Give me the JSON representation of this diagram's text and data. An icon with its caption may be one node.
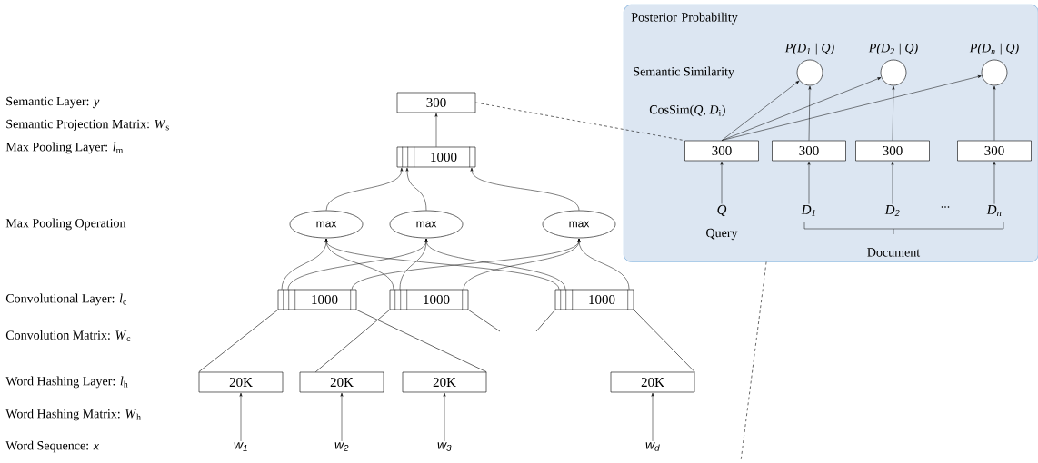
{
  "diagram": {
    "nodes": [
      {
        "text": [
          "300"
        ]
      },
      {
        "text": [
          "1000"
        ]
      },
      {
        "text": [
          "max"
        ]
      },
      {
        "text": [
          "max"
        ]
      },
      {
        "text": [
          "max"
        ]
      },
      {
        "text": [
          "1000"
        ]
      },
      {
        "text": [
          "1000"
        ]
      },
      {
        "text": [
          "1000"
        ]
      },
      {
        "text": [
          "20K"
        ]
      },
      {
        "text": [
          "20K"
        ]
      },
      {
        "text": [
          "20K"
        ]
      },
      {
        "text": [
          "20K"
        ]
      },
      {
        "text": [
          "w$_{1}$"
        ]
      },
      {
        "text": [
          "w$_{2}$"
        ]
      },
      {
        "text": [
          "w$_{3}$"
        ]
      },
      {
        "text": [
          "w$_{d}$"
        ]
      },
      {
        "text": [
          "Posterior Probability"
        ]
      },
      {
        "text": [],
        "shape": "circle",
        "in": 16,
        "beside": [
          "P(D$_{1}$ | Q)"
        ]
      },
      {
        "text": [],
        "shape": "circle",
        "in": 16,
        "beside": [
          "P(D$_{2}$ | Q)"
        ]
      },
      {
        "text": [],
        "shape": "circle",
        "in": 16,
        "beside": [
          "P(D$_{n}$ | Q)"
        ]
      },
      {
        "text": [
          "300"
        ],
        "in": 16
      },
      {
        "text": [
          "300"
        ],
        "in": 16
      },
      {
        "text": [
          "300"
        ],
        "in": 16
      },
      {
        "text": [
          "300"
        ],
        "in": 16
      },
      {
        "text": [
          "Q"
        ],
        "in": 16
      },
      {
        "text": [
          "D$_{1}$"
        ],
        "in": 16
      },
      {
        "text": [
          "D$_{2}$"
        ],
        "in": 16
      },
      {
        "text": [
          "D$_{n}$"
        ],
        "in": 16
      }
    ],
    "edges": [
      {
        "from": 12,
        "to": 8,
        "arrow": "to"
      },
      {
        "from": 13,
        "to": 9,
        "arrow": "to"
      },
      {
        "from": 14,
        "to": 10,
        "arrow": "to"
      },
      {
        "from": 15,
        "to": 11,
        "arrow": "to"
      },
      {
        "from": 8,
        "to": 5,
        "arrow": "none"
      },
      {
        "from": 10,
        "to": 5,
        "arrow": "none"
      },
      {
        "from": 9,
        "to": 6,
        "arrow": "none"
      },
      {
        "from": null,
        "to": 6,
        "arrow": "none"
      },
      {
        "from": null,
        "to": 7,
        "arrow": "none"
      },
      {
        "from": 11,
        "to": 7,
        "arrow": "none"
      },
      {
        "from": 5,
        "to": 2,
        "arrow": "to"
      },
      {
        "from": 5,
        "to": 3,
        "arrow": "to"
      },
      {
        "from": 5,
        "to": 4,
        "arrow": "to"
      },
      {
        "from": 6,
        "to": 2,
        "arrow": "to"
      },
      {
        "from": 6,
        "to": 3,
        "arrow": "to"
      },
      {
        "from": 6,
        "to": 4,
        "arrow": "to"
      },
      {
        "from": 7,
        "to": 2,
        "arrow": "to"
      },
      {
        "from": 7,
        "to": 3,
        "arrow": "to"
      },
      {
        "from": 7,
        "to": 4,
        "arrow": "to"
      },
      {
        "from": 2,
        "to": 1,
        "arrow": "to"
      },
      {
        "from": 3,
        "to": 1,
        "arrow": "to"
      },
      {
        "from": 4,
        "to": 1,
        "arrow": "to"
      },
      {
        "from": 1,
        "to": 0,
        "arrow": "to"
      },
      {
        "from": 0,
        "to": 20,
        "arrow": "none",
        "style": "dashed"
      },
      {
        "from": 24,
        "to": 20,
        "arrow": "to"
      },
      {
        "from": 25,
        "to": 21,
        "arrow": "to"
      },
      {
        "from": 26,
        "to": 22,
        "arrow": "to"
      },
      {
        "from": 27,
        "to": 23,
        "arrow": "to"
      },
      {
        "from": 20,
        "to": 17,
        "arrow": "to"
      },
      {
        "from": 20,
        "to": 18,
        "arrow": "to"
      },
      {
        "from": 20,
        "to": 19,
        "arrow": "to"
      },
      {
        "from": 21,
        "to": 17,
        "arrow": "to"
      },
      {
        "from": 22,
        "to": 18,
        "arrow": "to"
      },
      {
        "from": 23,
        "to": 19,
        "arrow": "to"
      },
      {
        "from": 16,
        "to": null,
        "arrow": "none",
        "style": "dashed"
      }
    ],
    "labels": [
      "Semantic Layer: *y*",
      "Semantic Projection Matrix: *W*$_{s}$",
      "Max Pooling Layer: *l*$_{m}$",
      "Max Pooling Operation",
      "Convolutional Layer: *l*$_{c}$",
      "Convolution Matrix: *W*$_{c}$",
      "Word Hashing Layer: *l*$_{h}$",
      "Word Hashing Matrix: *W*$_{h}$",
      "Word Sequence: *x*",
      "Semantic Similarity",
      "CosSim(*Q*, *D*$_{i}$)",
      "...",
      "Query",
      "Document"
    ]
  }
}
